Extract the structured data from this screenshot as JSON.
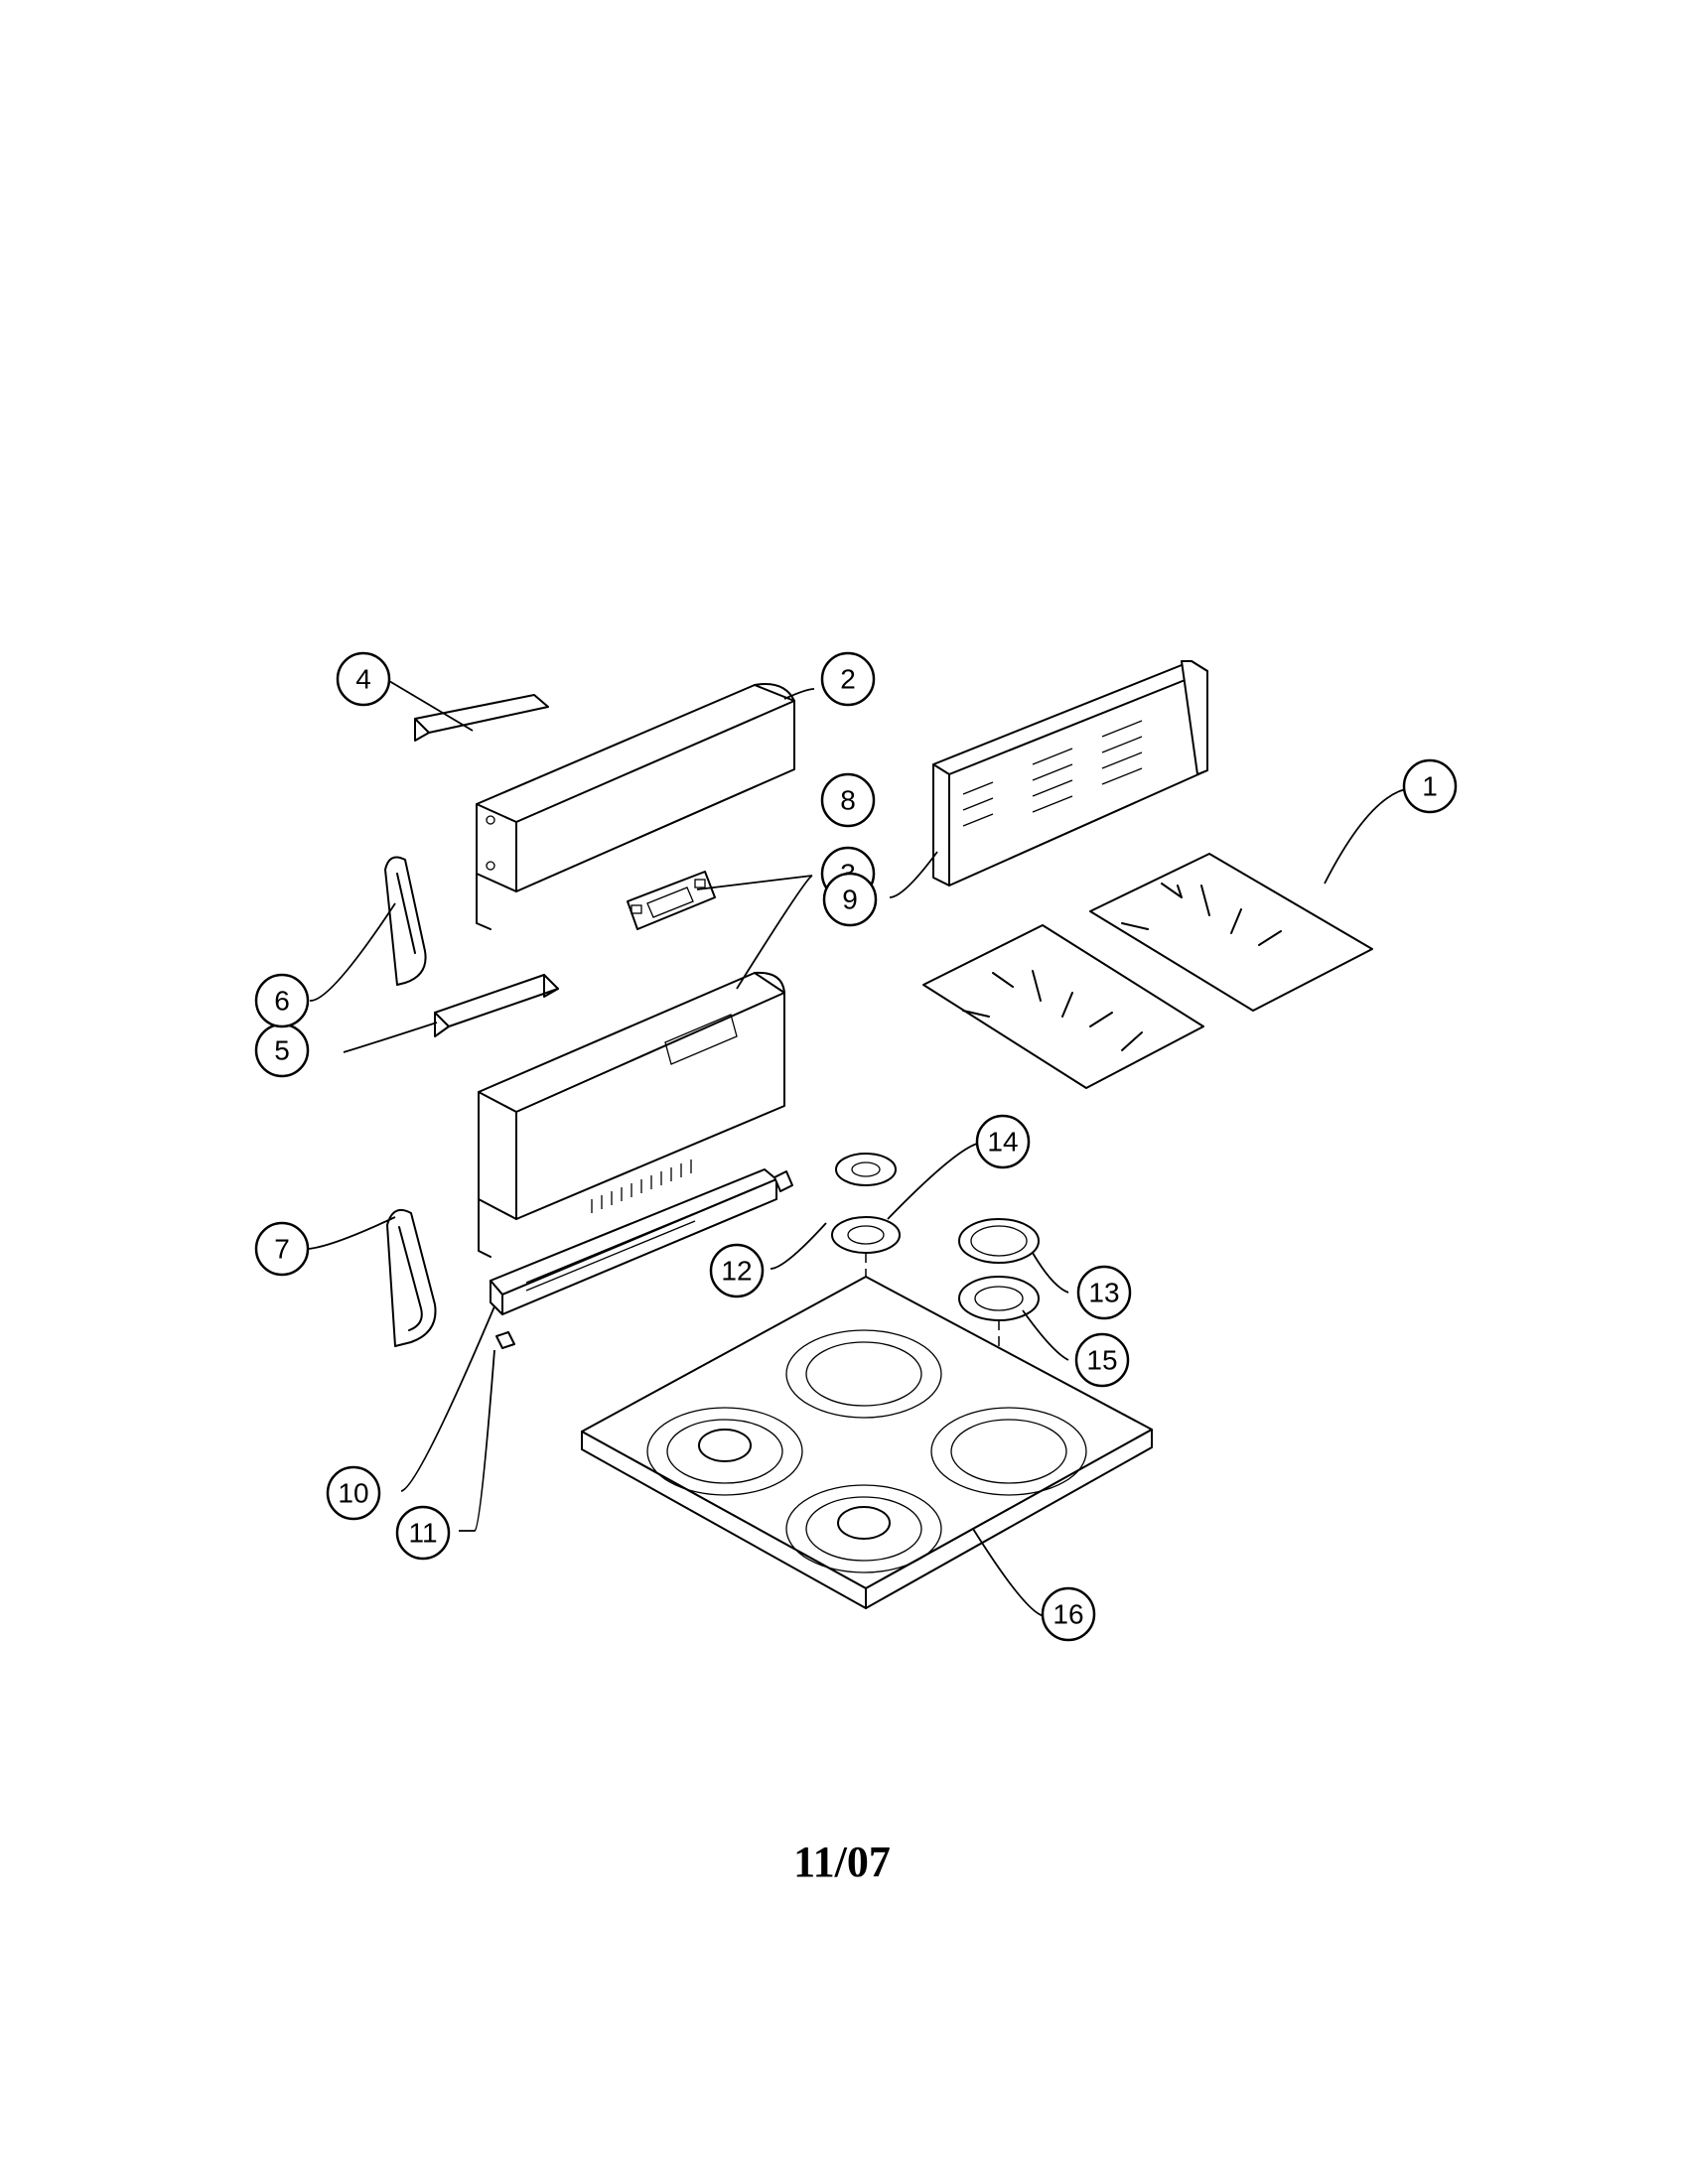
{
  "footer": {
    "date": "11/07"
  },
  "callouts": [
    {
      "id": "callout-1",
      "label": "1"
    },
    {
      "id": "callout-2",
      "label": "2"
    },
    {
      "id": "callout-3",
      "label": "3"
    },
    {
      "id": "callout-4",
      "label": "4"
    },
    {
      "id": "callout-5",
      "label": "5"
    },
    {
      "id": "callout-6",
      "label": "6"
    },
    {
      "id": "callout-7",
      "label": "7"
    },
    {
      "id": "callout-8",
      "label": "8"
    },
    {
      "id": "callout-9",
      "label": "9"
    },
    {
      "id": "callout-10",
      "label": "10"
    },
    {
      "id": "callout-11",
      "label": "11"
    },
    {
      "id": "callout-12",
      "label": "12"
    },
    {
      "id": "callout-13",
      "label": "13"
    },
    {
      "id": "callout-14",
      "label": "14"
    },
    {
      "id": "callout-15",
      "label": "15"
    },
    {
      "id": "callout-16",
      "label": "16"
    }
  ]
}
